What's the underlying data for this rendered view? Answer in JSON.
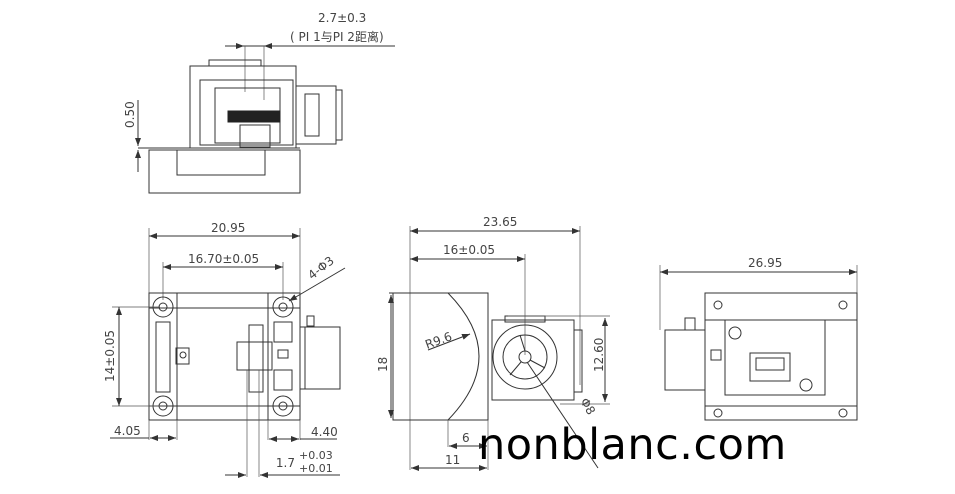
{
  "top_view": {
    "pi_distance": "2.7±0.3",
    "pi_note": "( PI 1与PI 2距离)",
    "offset": "0.50"
  },
  "front_view": {
    "width": "20.95",
    "hole_spacing_x": "16.70±0.05",
    "holes": "4-Φ3",
    "hole_spacing_y": "14±0.05",
    "left_offset": "4.05",
    "right_offset": "4.40",
    "slot_base": "1.7",
    "slot_tol_upper": "+0.03",
    "slot_tol_lower": "+0.01"
  },
  "side_view": {
    "overall_width": "23.65",
    "lens_offset": "16±0.05",
    "height": "18",
    "radius": "R9.6",
    "motor_height": "12.60",
    "inner_depth": "6",
    "depth": "11",
    "motor_diameter": "Φ8"
  },
  "rear_view": {
    "width": "26.95"
  },
  "watermark": "nonblanc.com"
}
